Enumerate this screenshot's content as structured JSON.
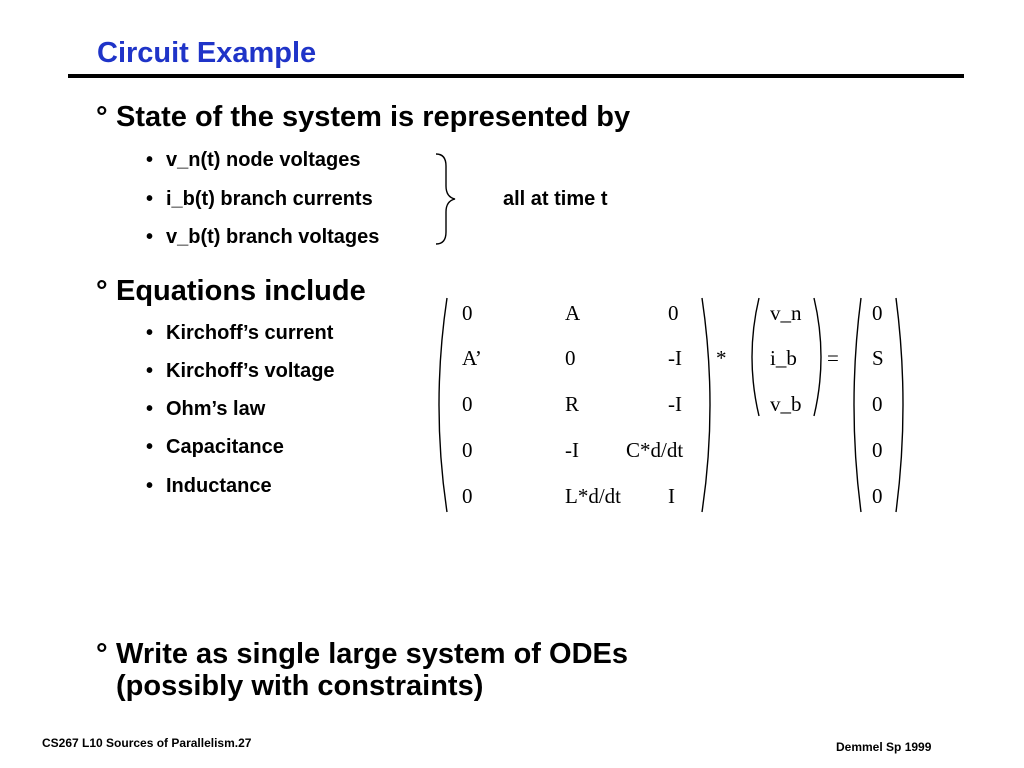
{
  "title": "Circuit Example",
  "sections": [
    {
      "heading": "State of the system is represented by",
      "items": [
        "v_n(t)  node voltages",
        "i_b(t) branch currents",
        "v_b(t) branch voltages"
      ],
      "brace_label": "all at time t"
    },
    {
      "heading": "Equations include",
      "items": [
        "Kirchoff’s current",
        "Kirchoff’s voltage",
        "Ohm’s law",
        "Capacitance",
        "Inductance"
      ]
    },
    {
      "heading_line1": "Write as single large system of ODEs",
      "heading_line2": "(possibly with constraints)"
    }
  ],
  "bullet_marker": "°",
  "sub_bullet_marker": "•",
  "matrix": {
    "rows": [
      [
        "0",
        "A",
        "0"
      ],
      [
        "A’",
        "0",
        "-I"
      ],
      [
        "0",
        "R",
        "-I"
      ],
      [
        "0",
        "-I",
        "C*d/dt"
      ],
      [
        "0",
        "L*d/dt",
        "I"
      ]
    ],
    "times": "*",
    "vector": [
      "v_n",
      "i_b",
      "v_b"
    ],
    "equals": "=",
    "rhs": [
      "0",
      "S",
      "0",
      "0",
      "0"
    ]
  },
  "footer": {
    "left": "CS267  L10 Sources of Parallelism.27",
    "right": "Demmel Sp 1999"
  },
  "colors": {
    "title": "#1f34c8"
  }
}
